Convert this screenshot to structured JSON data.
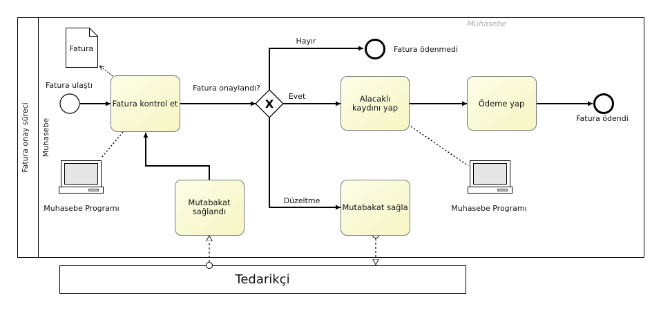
{
  "pool": {
    "label": "Fatura onay süreci"
  },
  "lane": {
    "label": "Muhasebe"
  },
  "watermark": "Muhasebe",
  "external_pool": {
    "label": "Tedarikçi"
  },
  "events": {
    "start": "Fatura ulaştı",
    "end_paid": "Fatura ödendi",
    "end_unpaid": "Fatura ödenmedi"
  },
  "tasks": {
    "check": "Fatura kontrol et",
    "credit_line1": "Alacaklı",
    "credit_line2": "kaydını yap",
    "pay": "Ödeme yap",
    "agreed_line1": "Mutabakat",
    "agreed_line2": "sağlandı",
    "reconcile": "Mutabakat sağla"
  },
  "gateway": {
    "question": "Fatura onaylandı?",
    "symbol": "X"
  },
  "flows": {
    "yes": "Evet",
    "no": "Hayır",
    "fix": "Düzeltme"
  },
  "artifacts": {
    "document": "Fatura",
    "system_left": "Muhasebe Programı",
    "system_right": "Muhasebe Programı"
  },
  "colors": {
    "task_fill": "#fbfbd6",
    "task_stroke": "#777777",
    "line": "#000000"
  }
}
